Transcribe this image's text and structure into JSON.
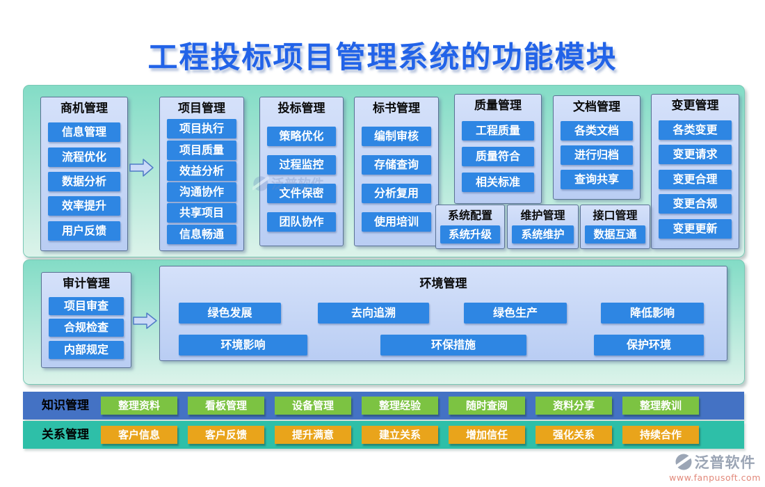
{
  "title": "工程投标项目管理系统的功能模块",
  "panel1": {
    "columns": [
      {
        "header": "商机管理",
        "items": [
          "信息管理",
          "流程优化",
          "数据分析",
          "效率提升",
          "用户反馈"
        ]
      },
      {
        "header": "项目管理",
        "items": [
          "项目执行",
          "项目质量",
          "效益分析",
          "沟通协作",
          "共享项目",
          "信息畅通"
        ]
      },
      {
        "header": "投标管理",
        "items": [
          "策略优化",
          "过程监控",
          "文件保密",
          "团队协作"
        ]
      },
      {
        "header": "标书管理",
        "items": [
          "编制审核",
          "存储查询",
          "分析复用",
          "使用培训"
        ]
      },
      {
        "header": "质量管理",
        "items": [
          "工程质量",
          "质量符合",
          "相关标准"
        ]
      },
      {
        "header": "文档管理",
        "items": [
          "各类文档",
          "进行归档",
          "查询共享"
        ]
      },
      {
        "header": "变更管理",
        "items": [
          "各类变更",
          "变更请求",
          "变更合理",
          "变更合规",
          "变更更新"
        ]
      }
    ],
    "small_boxes": [
      {
        "header": "系统配置",
        "items": [
          "系统升级"
        ]
      },
      {
        "header": "维护管理",
        "items": [
          "系统维护"
        ]
      },
      {
        "header": "接口管理",
        "items": [
          "数据互通"
        ]
      }
    ]
  },
  "panel2": {
    "audit": {
      "header": "审计管理",
      "items": [
        "项目审查",
        "合规检查",
        "内部规定"
      ]
    },
    "environment": {
      "header": "环境管理",
      "row1": [
        "绿色发展",
        "去向追溯",
        "绿色生产",
        "降低影响"
      ],
      "row2": [
        "环境影响",
        "环保措施",
        "保护环境"
      ]
    }
  },
  "bands": [
    {
      "label": "知识管理",
      "items": [
        "整理资料",
        "看板管理",
        "设备管理",
        "整理经验",
        "随时查阅",
        "资料分享",
        "整理教训"
      ]
    },
    {
      "label": "关系管理",
      "items": [
        "客户信息",
        "客户反馈",
        "提升满意",
        "建立关系",
        "增加信任",
        "强化关系",
        "持续合作"
      ]
    }
  ],
  "footer": {
    "brand": "泛普软件",
    "url": "www.fanpusoft.com"
  },
  "watermark": {
    "text": "泛普软件"
  },
  "icons": {
    "arrow_right": "right-arrow",
    "brand_logo": "fanpu-logo"
  },
  "colors": {
    "title_blue": "#2263e8",
    "panel_mint_top": "#83dcc6",
    "panel_mint_bottom": "#dcf3ea",
    "box_blue_top": "#d5e1fa",
    "box_blue_bottom": "#b9cdf3",
    "button_blue": "#2e86e3",
    "band_blue": "#4472c4",
    "band_teal": "#2ebfa8",
    "button_green": "#7cc342",
    "button_orange": "#e9a41b",
    "brand_grey": "#9ba5b5",
    "brand_url_salmon": "#e2897b",
    "watermark_grey": "#6f8cc0"
  }
}
